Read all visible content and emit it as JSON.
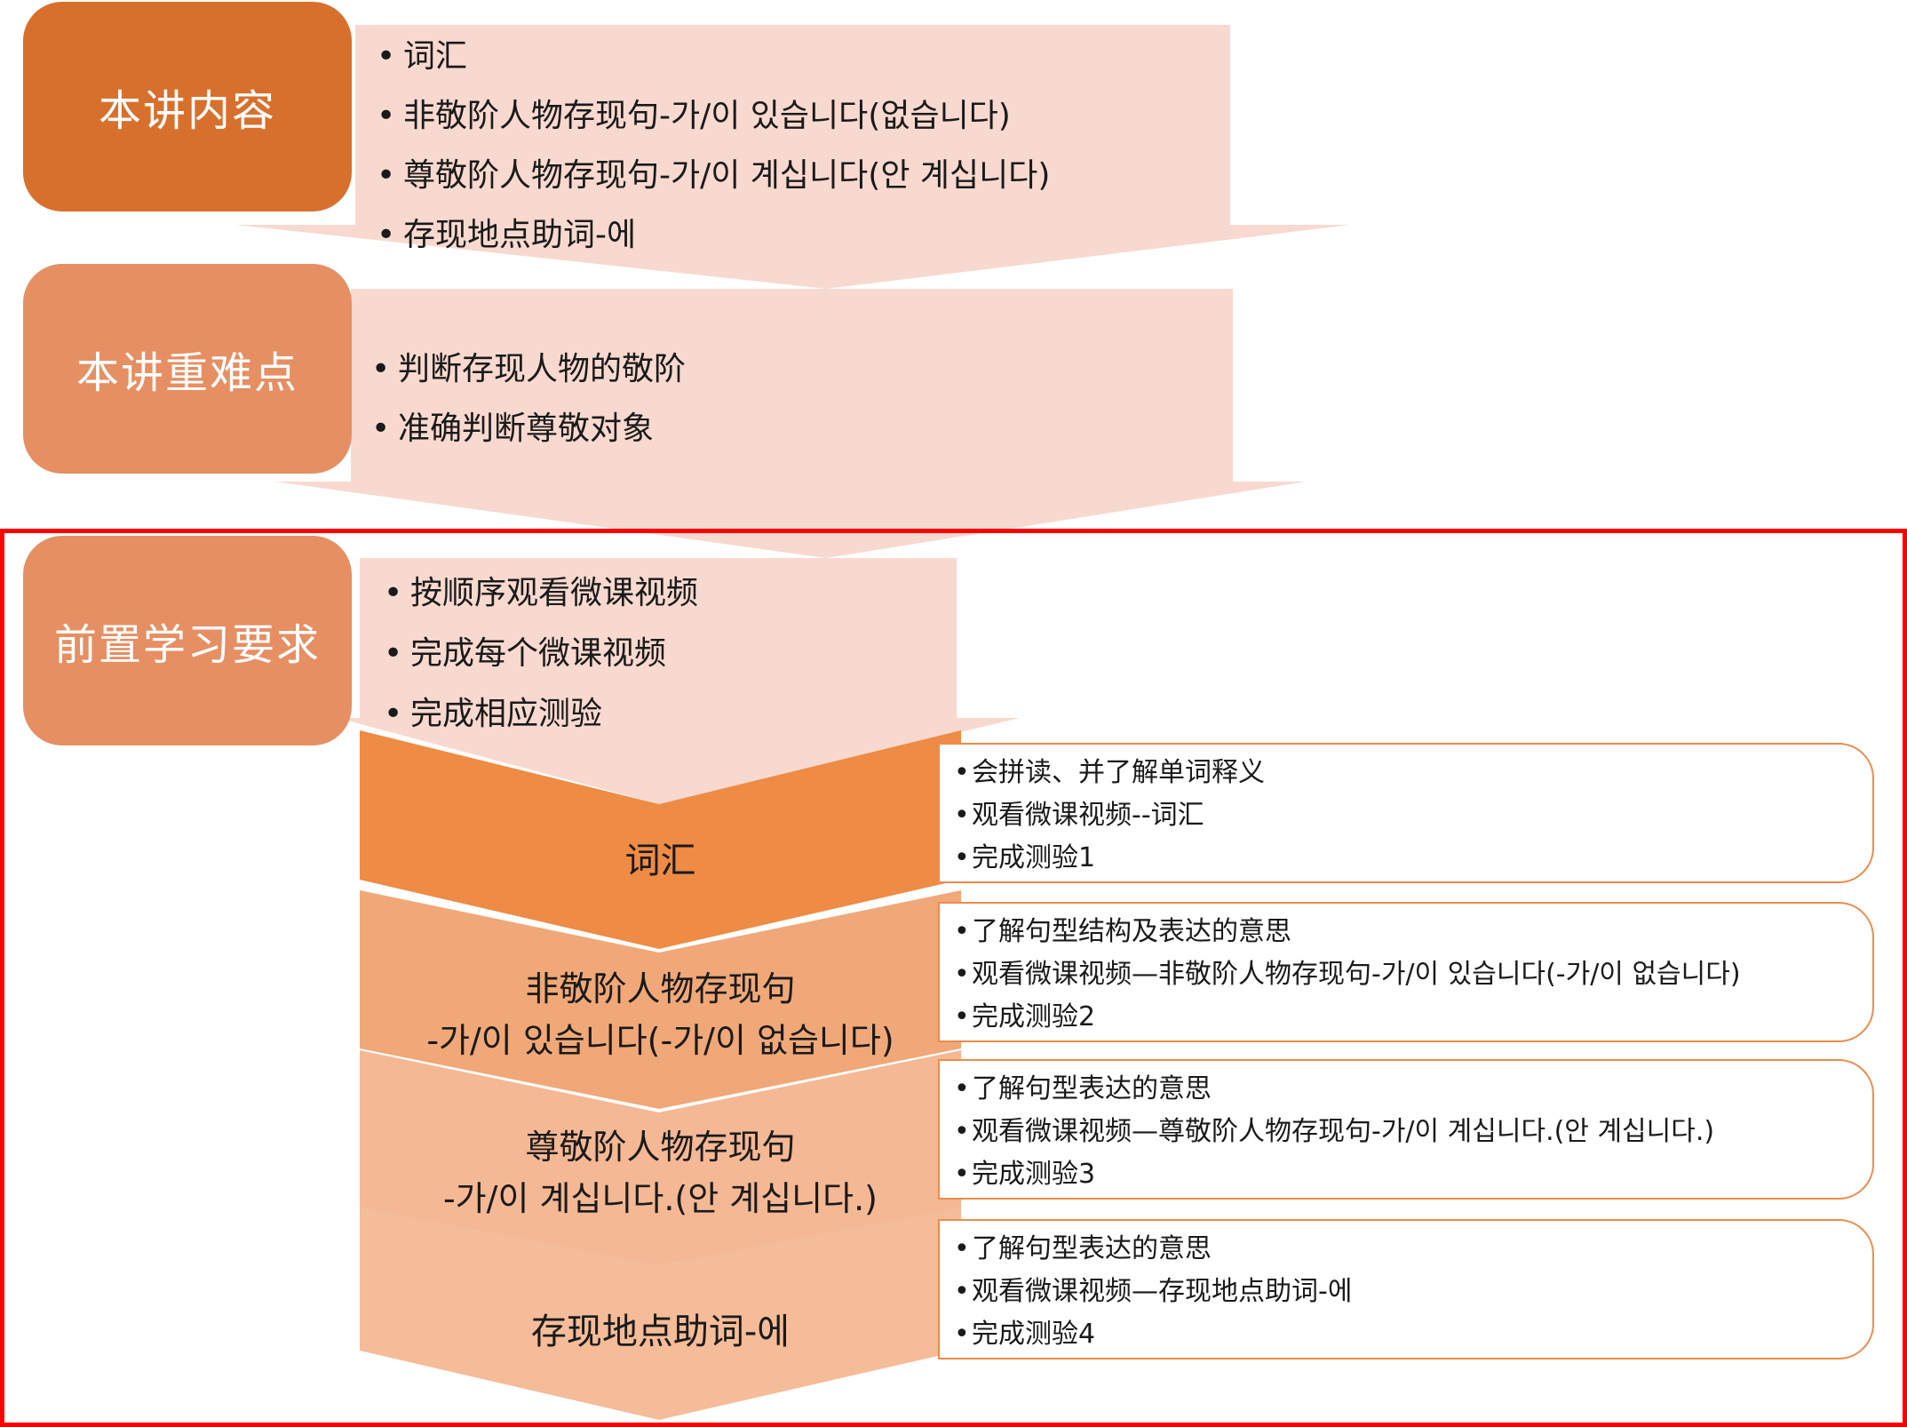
{
  "colors": {
    "dark_orange": "#d8702d",
    "mid_orange": "#e58f63",
    "pale_pink": "#f8d9cf",
    "step1": "#ee8b45",
    "step2": "#f0a878",
    "step3": "#f4b894",
    "step4": "#f4bc98",
    "outline": "#ed8b4a",
    "frame": "#ff0000"
  },
  "sections": [
    {
      "label": "本讲内容",
      "bullets": [
        "词汇",
        "非敬阶人物存现句-가/이 있습니다(없습니다)",
        "尊敬阶人物存现句-가/이 계십니다(안 계십니다)",
        "存现地点助词-에"
      ]
    },
    {
      "label": "本讲重难点",
      "bullets": [
        "判断存现人物的敬阶",
        "准确判断尊敬对象"
      ]
    },
    {
      "label": "前置学习要求",
      "bullets": [
        "按顺序观看微课视频",
        "完成每个微课视频",
        "完成相应测验"
      ]
    }
  ],
  "steps": [
    {
      "label_line1": "词汇",
      "label_line2": "",
      "details": [
        "会拼读、并了解单词释义",
        "观看微课视频--词汇",
        "完成测验1"
      ]
    },
    {
      "label_line1": "非敬阶人物存现句",
      "label_line2": "-가/이 있습니다(-가/이 없습니다)",
      "details": [
        "了解句型结构及表达的意思",
        "观看微课视频—非敬阶人物存现句-가/이 있습니다(-가/이 없습니다)",
        "完成测验2"
      ]
    },
    {
      "label_line1": "尊敬阶人物存现句",
      "label_line2": "-가/이 계십니다.(안 계십니다.)",
      "details": [
        "了解句型表达的意思",
        "观看微课视频—尊敬阶人物存现句-가/이 계십니다.(안 계십니다.)",
        "完成测验3"
      ]
    },
    {
      "label_line1": "存现地点助词-에",
      "label_line2": "",
      "details": [
        "了解句型表达的意思",
        "观看微课视频—存现地点助词-에",
        "完成测验4"
      ]
    }
  ]
}
